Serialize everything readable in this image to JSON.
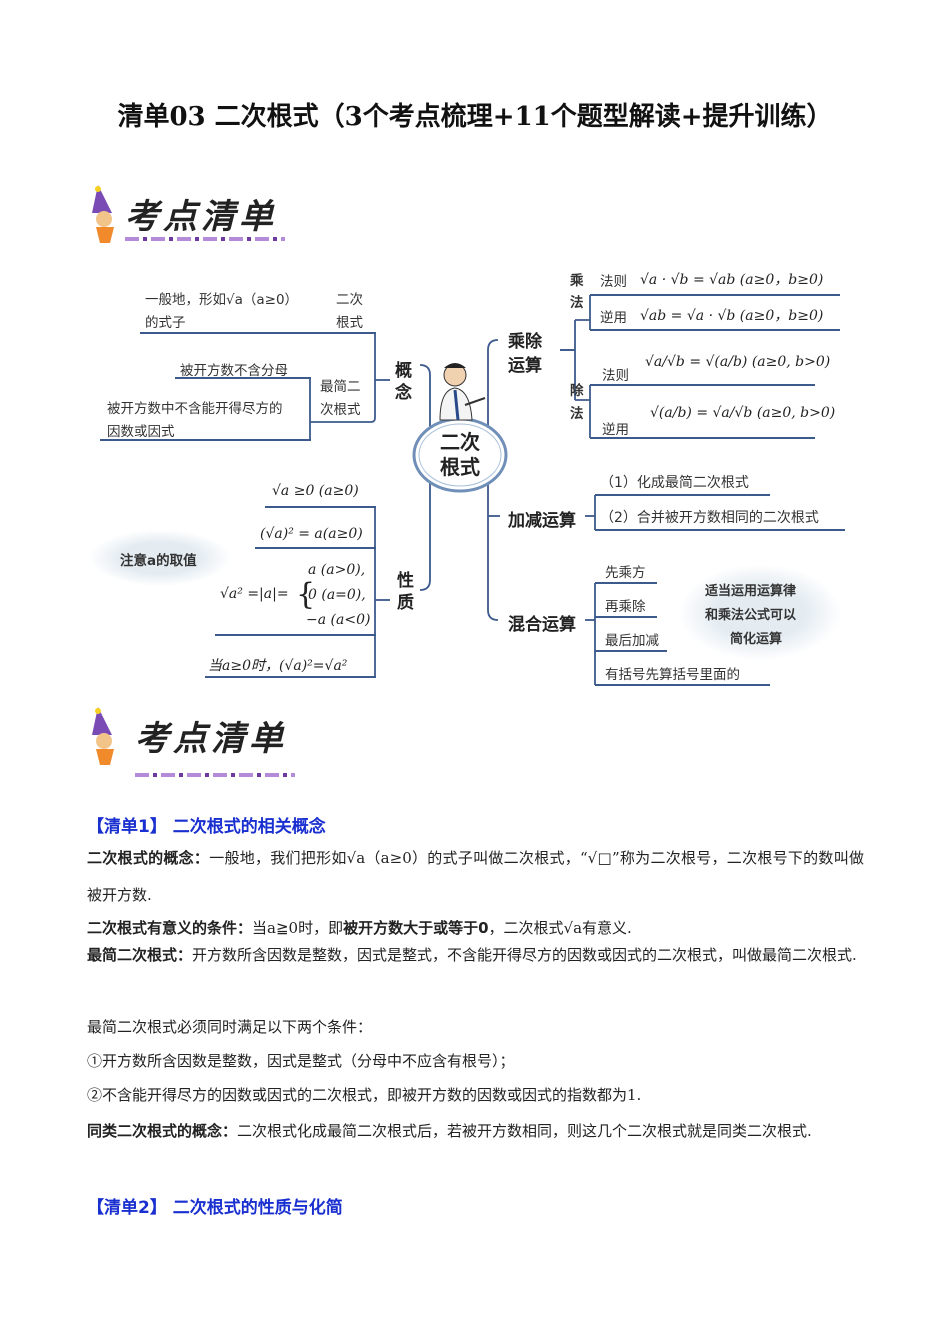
{
  "title": "清单03  二次根式（3个考点梳理+11个题型解读+提升训练）",
  "banner": "考点清单",
  "mindmap": {
    "center": "二次根式",
    "left": {
      "concept": "概念",
      "def_text1": "一般地，形如√a（a≥0）",
      "def_text2": "的式子",
      "def_label1": "二次",
      "def_label2": "根式",
      "simplest_label1": "最简二",
      "simplest_label2": "次根式",
      "simplest_cond1": "被开方数不含分母",
      "simplest_cond2a": "被开方数中不含能开得尽方的",
      "simplest_cond2b": "因数或因式",
      "property": "性质",
      "p1": "√a ≥0 (a≥0)",
      "p2": "(√a)² = a(a≥0)",
      "p3_lhs": "√a² =|a|=",
      "p3_c1": "a (a>0),",
      "p3_c2": "0 (a=0),",
      "p3_c3": "−a (a<0)",
      "p4": "当a≥0时，(√a)²=√a²",
      "note": "注意a的取值"
    },
    "right": {
      "muldiv": "乘除运算",
      "mul": "乘法",
      "div": "除法",
      "rule": "法则",
      "inverse": "逆用",
      "mul_rule": "√a · √b = √ab (a≥0，b≥0)",
      "mul_inv": "√ab = √a · √b (a≥0，b≥0)",
      "div_rule": "√a/√b = √(a/b) (a≥0, b>0)",
      "div_inv": "√(a/b) = √a/√b (a≥0, b>0)",
      "addsub": "加减运算",
      "addsub1": "（1）化成最简二次根式",
      "addsub2": "（2）合并被开方数相同的二次根式",
      "mixed": "混合运算",
      "mixed1": "先乘方",
      "mixed2": "再乘除",
      "mixed3": "最后加减",
      "mixed4": "有括号先算括号里面的",
      "tip1": "适当运用运算律",
      "tip2": "和乘法公式可以",
      "tip3": "简化运算"
    }
  },
  "section1": {
    "heading": "【清单1】 二次根式的相关概念",
    "p1_label": "二次根式的概念：",
    "p1_text": "一般地，我们把形如√a（a≥0）的式子叫做二次根式，“√□”称为二次根号，二次根号下的数叫做被开方数.",
    "p2_label": "二次根式有意义的条件：",
    "p2_text_a": "当a≧0时，即",
    "p2_bold": "被开方数大于或等于0",
    "p2_text_b": "，二次根式√a有意义.",
    "p3_label": "最简二次根式：",
    "p3_text": "开方数所含因数是整数，因式是整式，不含能开得尽方的因数或因式的二次根式，叫做最简二次根式.",
    "p4": "最简二次根式必须同时满足以下两个条件：",
    "p5": "①开方数所含因数是整数，因式是整式（分母中不应含有根号）；",
    "p6": "②不含能开得尽方的因数或因式的二次根式，即被开方数的因数或因式的指数都为1.",
    "p7_label": "同类二次根式的概念：",
    "p7_text": "二次根式化成最简二次根式后，若被开方数相同，则这几个二次根式就是同类二次根式."
  },
  "section2": {
    "heading": "【清单2】 二次根式的性质与化简"
  },
  "colors": {
    "heading": "#1a2fd0",
    "line": "#3c5a8c",
    "banner_accent": "#7b4bb5"
  }
}
